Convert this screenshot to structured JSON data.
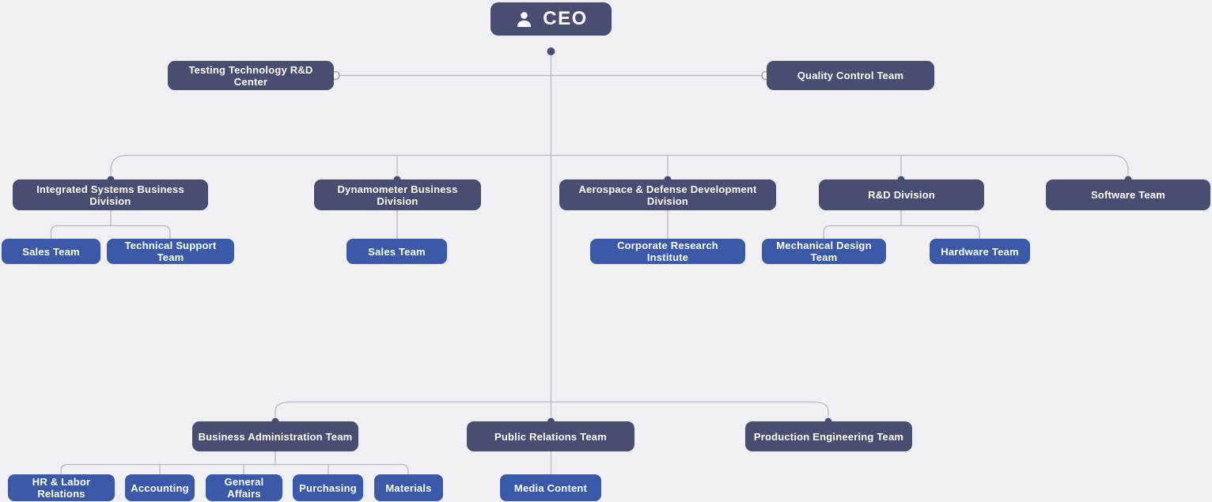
{
  "colors": {
    "background": "#f0f0f4",
    "division_box": "#484e72",
    "team_box": "#3a5aa9",
    "connector_line": "#b5b8c7",
    "connector_dot_dark": "#484e72",
    "connector_dot_light_stroke": "#9aa0b4",
    "text": "#ffffff"
  },
  "org": {
    "root": {
      "label": "CEO",
      "icon": "person-icon"
    },
    "staff": [
      {
        "label": "Testing Technology R&D Center"
      },
      {
        "label": "Quality Control Team"
      }
    ],
    "divisions": [
      {
        "label": "Integrated Systems Business Division",
        "teams": [
          "Sales Team",
          "Technical Support Team"
        ]
      },
      {
        "label": "Dynamometer Business Division",
        "teams": [
          "Sales Team"
        ]
      },
      {
        "label": "Aerospace & Defense Development Division",
        "teams": [
          "Corporate Research Institute"
        ]
      },
      {
        "label": "R&D Division",
        "teams": [
          "Mechanical Design Team",
          "Hardware Team"
        ]
      },
      {
        "label": "Software Team",
        "teams": []
      }
    ],
    "bottom": [
      {
        "label": "Business Administration Team",
        "teams": [
          "HR & Labor Relations",
          "Accounting",
          "General Affairs",
          "Purchasing",
          "Materials"
        ]
      },
      {
        "label": "Public Relations Team",
        "teams": [
          "Media Content"
        ]
      },
      {
        "label": "Production Engineering Team",
        "teams": []
      }
    ]
  }
}
